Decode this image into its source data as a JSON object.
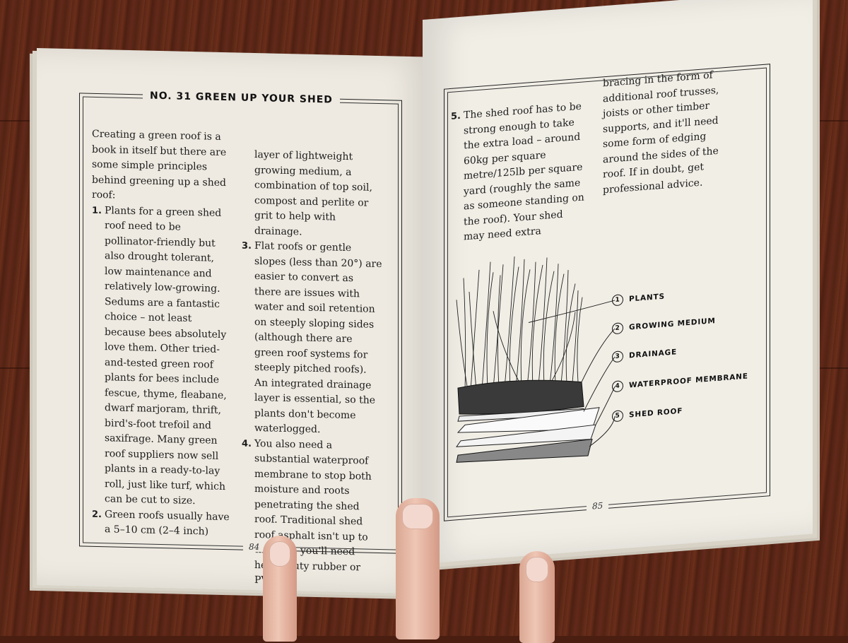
{
  "header": {
    "title": "NO. 31 GREEN UP YOUR SHED"
  },
  "left_page": {
    "intro": "Creating a green roof is a book in itself but there are some simple principles behind greening up a shed roof:",
    "item1_num": "1.",
    "item1": "Plants for a green shed roof need to be pollinator-friendly but also drought tolerant, low maintenance and relatively low-growing. Sedums are a fantastic choice – not least because bees absolutely love them. Other tried-and-tested green roof plants for bees include fescue, thyme, fleabane, dwarf marjoram, thrift, bird's-foot trefoil and saxifrage. Many green roof suppliers now sell plants in a ready-to-lay roll, just like turf, which can be cut to size.",
    "item2_num": "2.",
    "item2_start": "Green roofs usually have a 5–10 cm (2–4 inch)",
    "item2_cont": "layer of lightweight growing medium, a combination of top soil, compost and perlite or grit to help with drainage.",
    "item3_num": "3.",
    "item3": "Flat roofs or gentle slopes (less than 20°) are easier to convert as there are issues with water and soil retention on steeply sloping sides (although there are green roof systems for steeply pitched roofs). An integrated drainage layer is essential, so the plants don't become waterlogged.",
    "item4_num": "4.",
    "item4": "You also need a substantial waterproof membrane to stop both moisture and roots penetrating the shed roof. Traditional shed roof asphalt isn't up to the job – you'll need heavy duty rubber or PVC.",
    "page_number": "84"
  },
  "right_page": {
    "item5_num": "5.",
    "item5_start": "The shed roof has to be strong enough to take the extra load – around 60kg per square metre/125lb per square yard (roughly the same as someone standing on the roof). Your shed may need extra",
    "item5_cont": "bracing in the form of additional roof trusses, joists or other timber supports, and it'll need some form of edging around the sides of the roof. If in doubt, get professional advice.",
    "page_number": "85",
    "diagram_labels": [
      {
        "n": "1",
        "text": "PLANTS"
      },
      {
        "n": "2",
        "text": "GROWING MEDIUM"
      },
      {
        "n": "3",
        "text": "DRAINAGE"
      },
      {
        "n": "4",
        "text": "WATERPROOF MEMBRANE"
      },
      {
        "n": "5",
        "text": "SHED ROOF"
      }
    ]
  }
}
